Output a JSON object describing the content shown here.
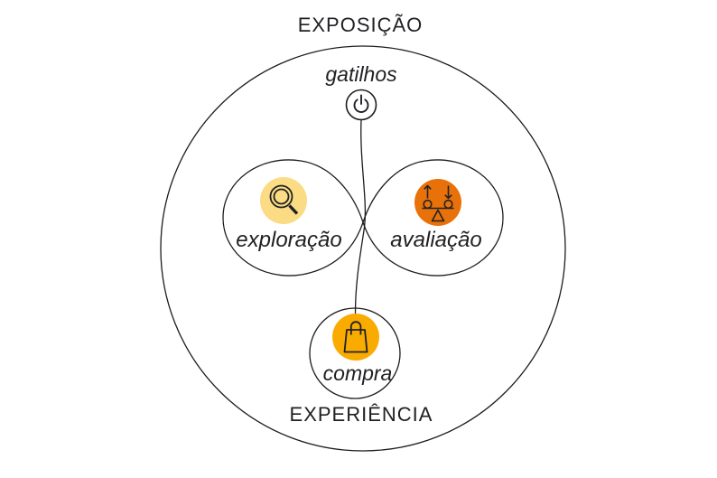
{
  "diagram": {
    "top_label": "EXPOSIÇÃO",
    "bottom_label": "EXPERIÊNCIA",
    "trigger": {
      "label": "gatilhos",
      "icon": "power-icon"
    },
    "exploration": {
      "label": "exploração",
      "icon": "search-icon",
      "color": "#FBDC84"
    },
    "evaluation": {
      "label": "avaliação",
      "icon": "balance-icon",
      "color": "#E8710A"
    },
    "purchase": {
      "label": "compra",
      "icon": "shopping-bag-icon",
      "color": "#F9AB00"
    },
    "colors": {
      "stroke": "#1D1D1D",
      "icon_stroke": "#202124",
      "text": "#202124",
      "background": "#FFFFFF"
    }
  }
}
